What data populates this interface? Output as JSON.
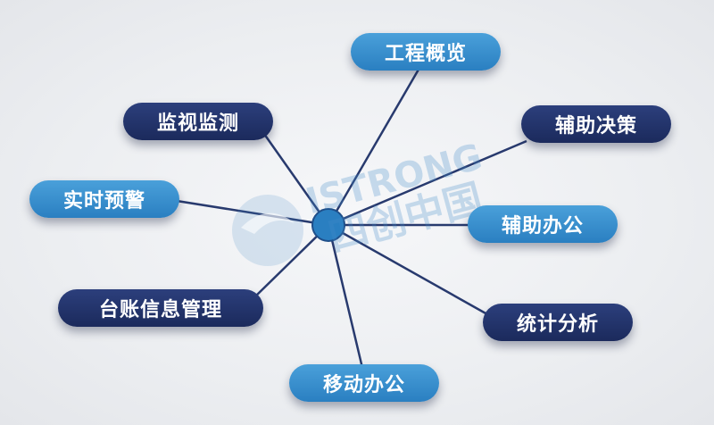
{
  "hub": {
    "color": "#2a7fc1"
  },
  "nodes": [
    {
      "id": "gongcheng",
      "label": "工程概览",
      "style": "light"
    },
    {
      "id": "jiance",
      "label": "监视监测",
      "style": "dark"
    },
    {
      "id": "juece",
      "label": "辅助决策",
      "style": "dark"
    },
    {
      "id": "yujing",
      "label": "实时预警",
      "style": "light"
    },
    {
      "id": "bangong",
      "label": "辅助办公",
      "style": "light"
    },
    {
      "id": "taizhang",
      "label": "台账信息管理",
      "style": "dark"
    },
    {
      "id": "tongji",
      "label": "统计分析",
      "style": "dark"
    },
    {
      "id": "yidong",
      "label": "移动办公",
      "style": "light"
    }
  ],
  "watermark": {
    "line1": "ISTRONG",
    "line2": "四创中国"
  },
  "colors": {
    "light": "#3a8fd0",
    "dark": "#22336b",
    "line": "#283a6e"
  }
}
